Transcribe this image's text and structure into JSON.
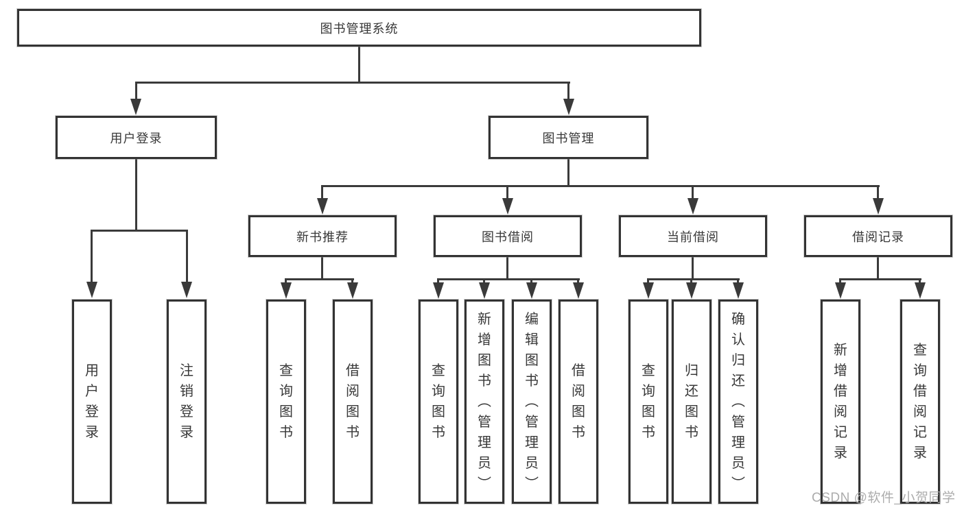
{
  "nodes": {
    "root": {
      "label": "图书管理系统"
    },
    "user_login": {
      "label": "用户登录"
    },
    "book_management": {
      "label": "图书管理"
    },
    "new_book_recommend": {
      "label": "新书推荐"
    },
    "book_borrowing": {
      "label": "图书借阅"
    },
    "current_borrowing": {
      "label": "当前借阅"
    },
    "borrowing_records": {
      "label": "借阅记录"
    },
    "leaf_user_login": {
      "label": "用户登录"
    },
    "leaf_logout": {
      "label": "注销登录"
    },
    "leaf_query_books_1": {
      "label": "查询图书"
    },
    "leaf_borrow_books_1": {
      "label": "借阅图书"
    },
    "leaf_query_books_2": {
      "label": "查询图书"
    },
    "leaf_add_books_admin": {
      "label": "新增图书（管理员）"
    },
    "leaf_edit_books_admin": {
      "label": "编辑图书（管理员）"
    },
    "leaf_borrow_books_2": {
      "label": "借阅图书"
    },
    "leaf_query_books_3": {
      "label": "查询图书"
    },
    "leaf_return_books": {
      "label": "归还图书"
    },
    "leaf_confirm_return_admin": {
      "label": "确认归还（管理员）"
    },
    "leaf_add_borrow_record": {
      "label": "新增借阅记录"
    },
    "leaf_query_borrow_record": {
      "label": "查询借阅记录"
    }
  },
  "hierarchy": {
    "图书管理系统": {
      "用户登录": [
        "用户登录",
        "注销登录"
      ],
      "图书管理": {
        "新书推荐": [
          "查询图书",
          "借阅图书"
        ],
        "图书借阅": [
          "查询图书",
          "新增图书（管理员）",
          "编辑图书（管理员）",
          "借阅图书"
        ],
        "当前借阅": [
          "查询图书",
          "归还图书",
          "确认归还（管理员）"
        ],
        "借阅记录": [
          "新增借阅记录",
          "查询借阅记录"
        ]
      }
    }
  },
  "watermark": {
    "text": "CSDN @软件_小贺同学"
  },
  "colors": {
    "background": "#ffffff",
    "box_border": "#333333",
    "line": "#3a3a3a",
    "text": "#383838",
    "watermark": "#a8a8a8"
  }
}
